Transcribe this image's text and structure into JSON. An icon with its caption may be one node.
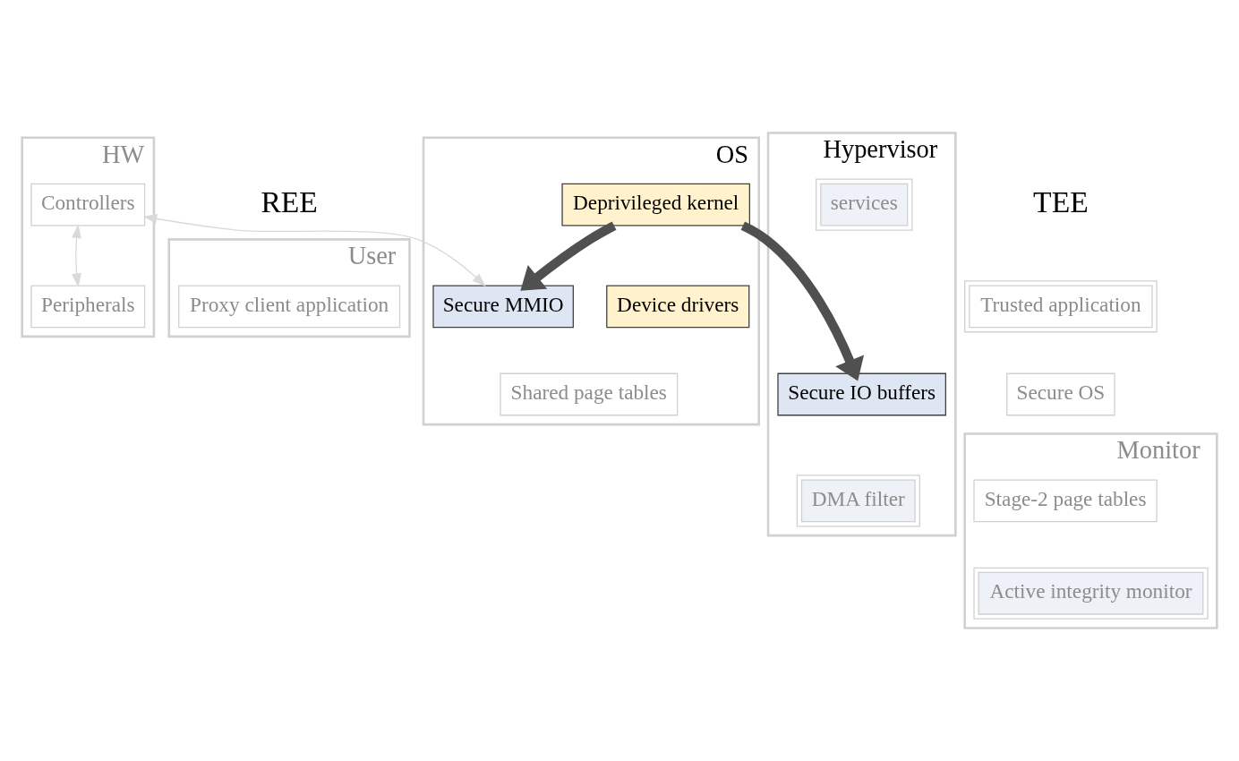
{
  "diagram": {
    "nodes": [
      {
        "text": [
          "HW"
        ]
      },
      {
        "text": [
          "Controllers"
        ],
        "in": 0
      },
      {
        "text": [
          "Peripherals"
        ],
        "in": 0
      },
      {
        "text": [
          "User"
        ]
      },
      {
        "text": [
          "Proxy client application"
        ],
        "in": 3
      },
      {
        "text": [
          "OS"
        ]
      },
      {
        "text": [
          "Secure MMIO"
        ],
        "in": 5
      },
      {
        "text": [
          "Shared page tables"
        ],
        "in": 5
      },
      {
        "text": [
          "Deprivileged kernel"
        ],
        "in": 5
      },
      {
        "text": [
          "Device drivers"
        ],
        "in": 5
      },
      {
        "text": [
          "Hypervisor"
        ]
      },
      {
        "text": [
          "services"
        ],
        "in": 10
      },
      {
        "text": [
          "DMA filter"
        ],
        "in": 10
      },
      {
        "text": [
          "Secure IO buffers"
        ],
        "in": 10
      },
      {
        "text": [
          "Trusted application"
        ]
      },
      {
        "text": [
          "Secure OS"
        ]
      },
      {
        "text": [
          "Monitor"
        ]
      },
      {
        "text": [
          "Active integrity monitor"
        ],
        "in": 16
      },
      {
        "text": [
          "Stage-2 page tables"
        ],
        "in": 16
      }
    ],
    "edges": [
      {
        "from": 1,
        "to": 2,
        "arrow": "both",
        "color": "#d9d9d9"
      },
      {
        "from": 1,
        "to": 6,
        "arrow": "both",
        "color": "#d9d9d9"
      },
      {
        "from": 8,
        "to": 6,
        "arrow": "to",
        "style": "thick",
        "color": "#505050"
      },
      {
        "from": 8,
        "to": 13,
        "arrow": "to",
        "style": "thick",
        "color": "#505050"
      }
    ],
    "labels": [
      "REE",
      "TEE"
    ]
  }
}
